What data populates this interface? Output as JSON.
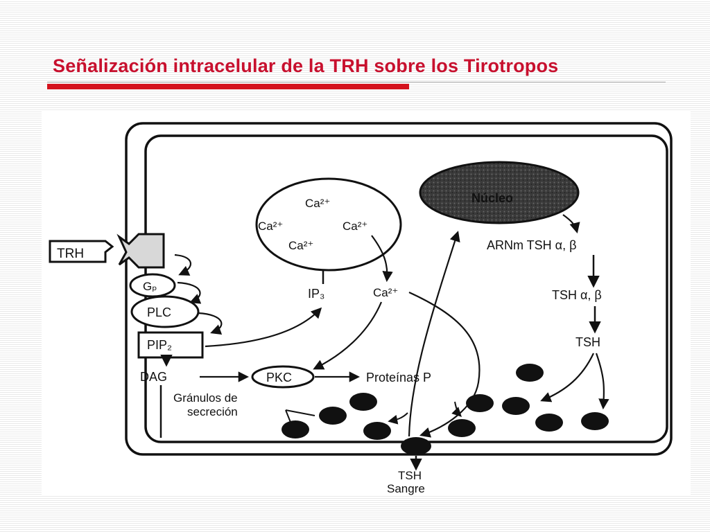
{
  "slide": {
    "title": "Señalización intracelular de la TRH sobre los Tirotropos",
    "accent_color": "#d4121d"
  },
  "diagram": {
    "nodes": {
      "trh": "TRH",
      "gp": "Gₚ",
      "plc": "PLC",
      "pip2": "PIP₂",
      "dag": "DAG",
      "pkc": "PKC",
      "proteinas": "Proteínas P",
      "ip3": "IP₃",
      "ca_cytosol": "Ca²⁺",
      "ca_store": [
        "Ca²⁺",
        "Ca²⁺",
        "Ca²⁺",
        "Ca²⁺"
      ],
      "nucleo": "Núcleo",
      "arnm": "ARNm TSH α, β",
      "tsh_ab": "TSH α, β",
      "tsh": "TSH",
      "granulos_line1": "Gránulos de",
      "granulos_line2": "secreción",
      "tsh_out": "TSH",
      "sangre": "Sangre"
    },
    "ink_color": "#111111"
  }
}
